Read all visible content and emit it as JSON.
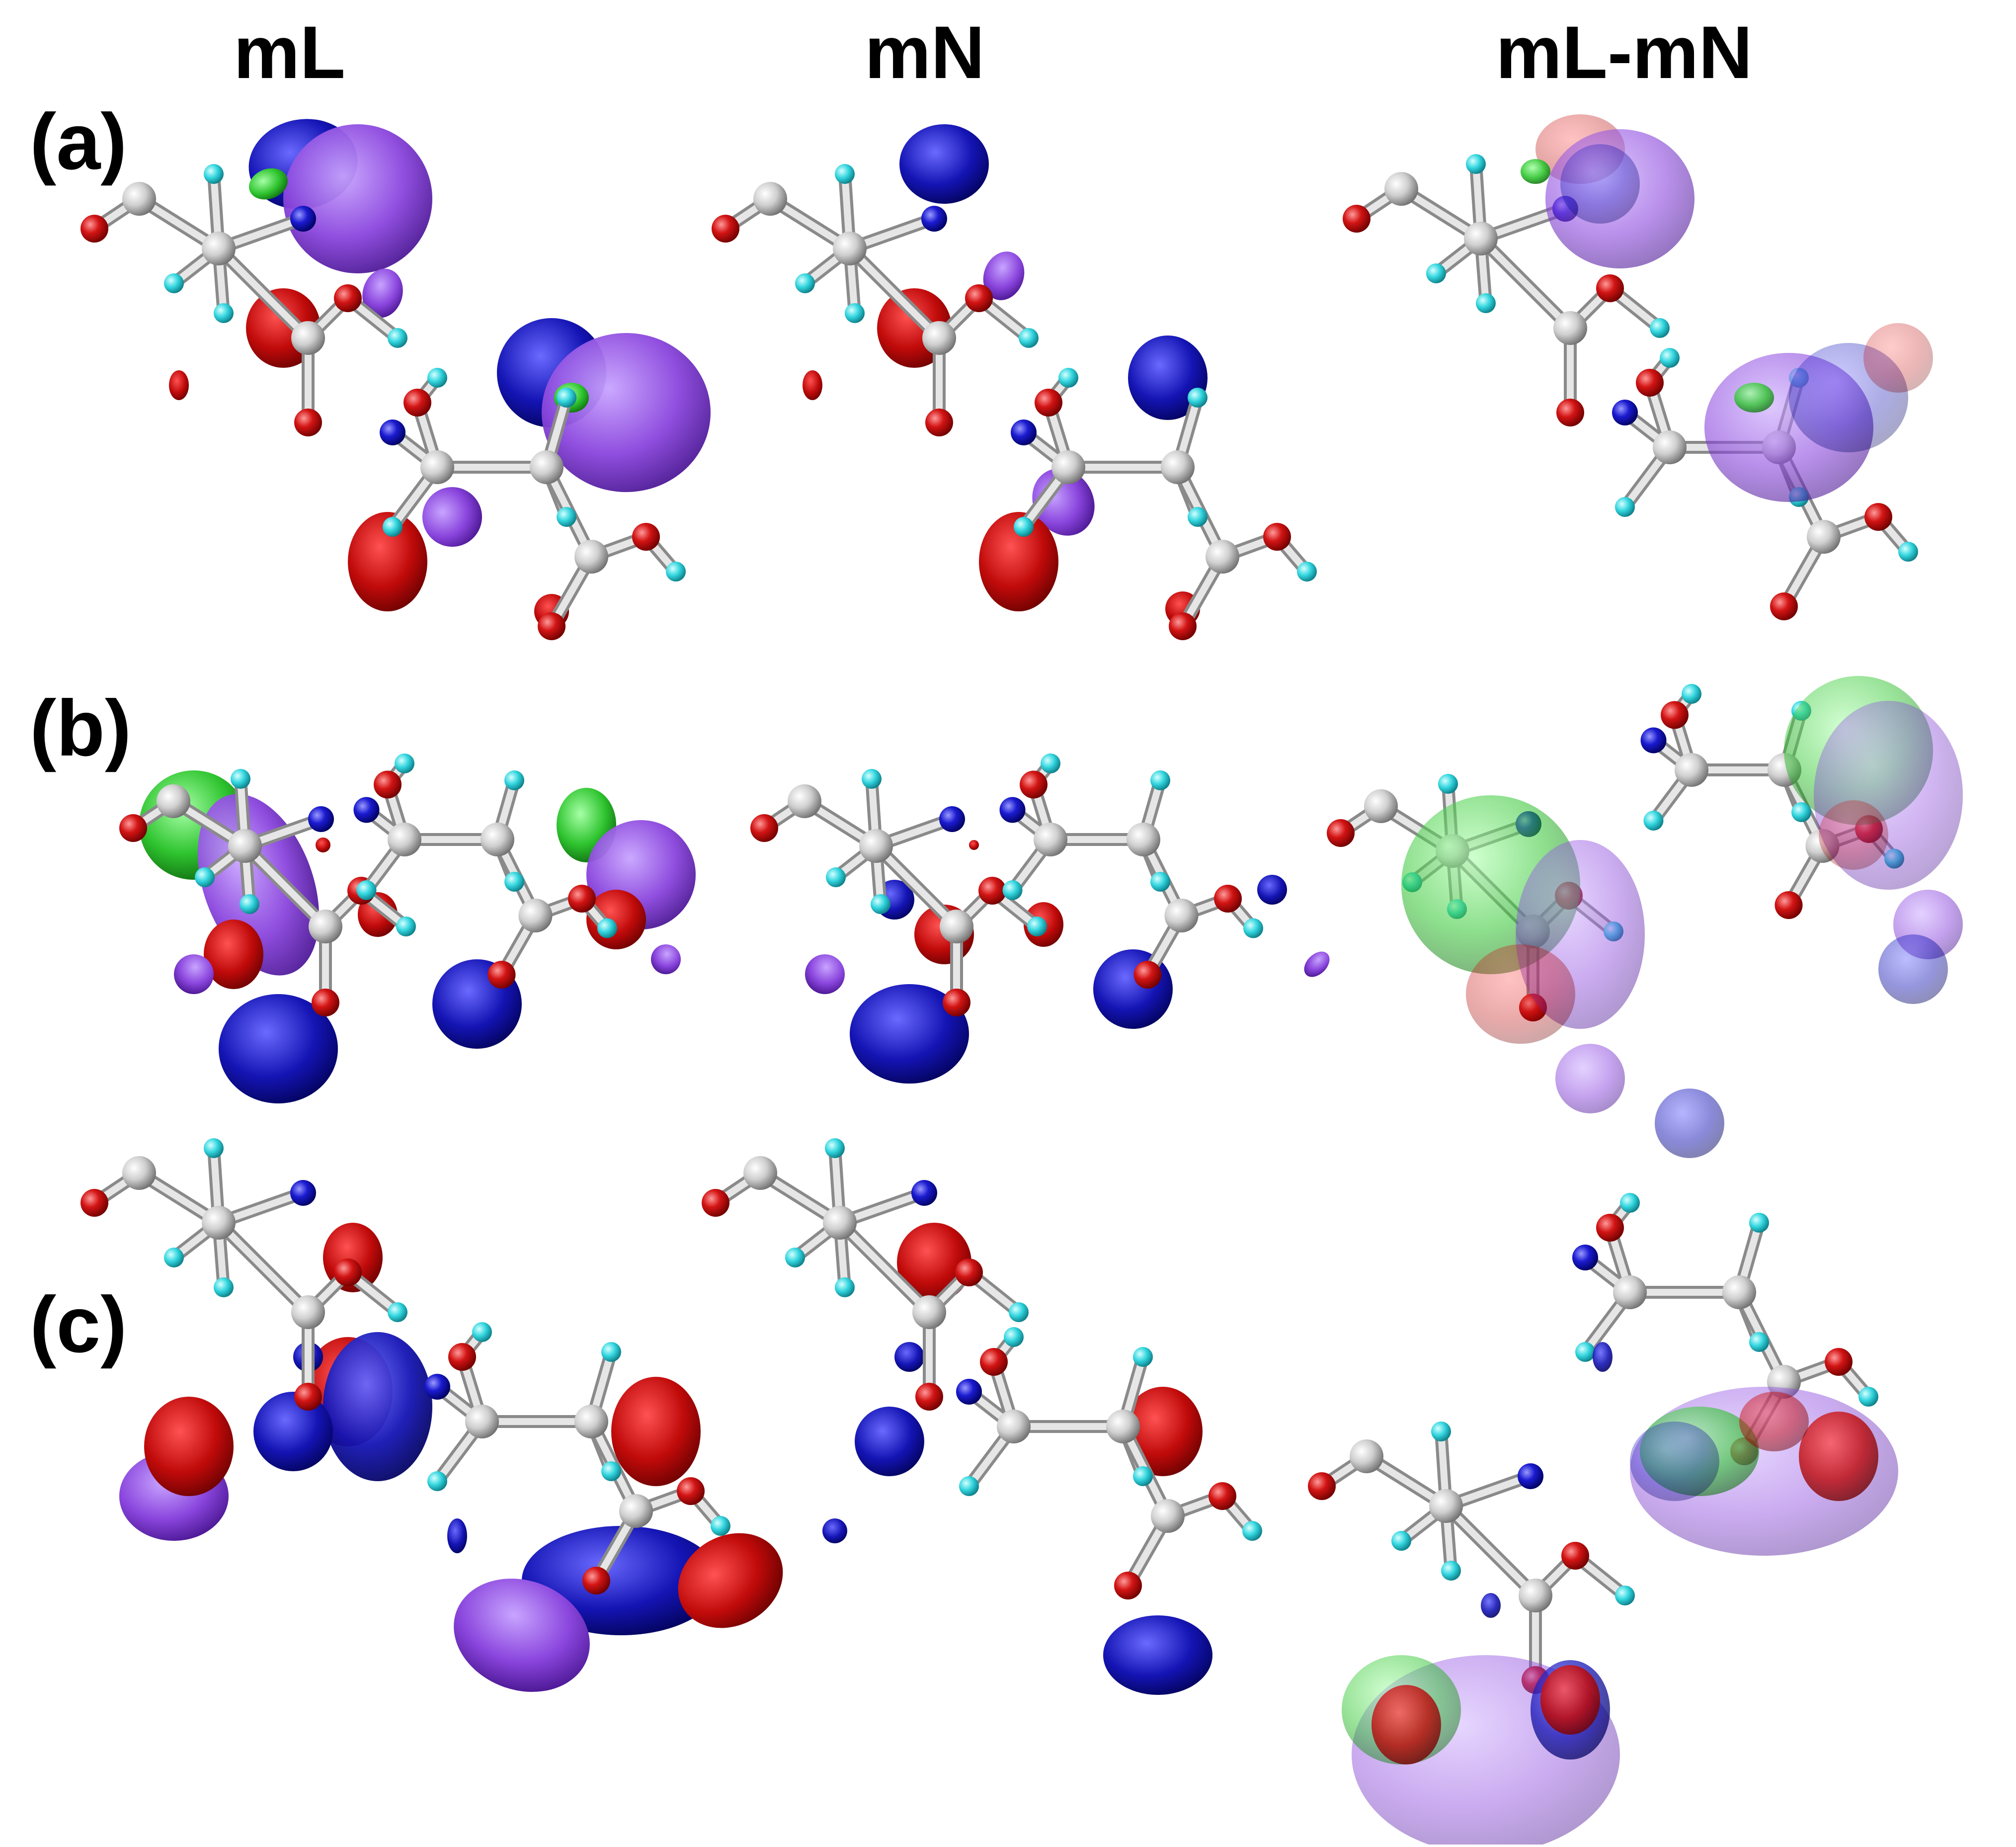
{
  "figure": {
    "columns": [
      {
        "label": "mL"
      },
      {
        "label": "mN"
      },
      {
        "label": "mL-mN"
      }
    ],
    "rows": [
      {
        "label": "(a)"
      },
      {
        "label": "(b)"
      },
      {
        "label": "(c)"
      }
    ],
    "colors": {
      "oxygen": "#d31414",
      "nitrogen": "#1b1bd1",
      "carbon": "#d8d8d8",
      "hydrogen": "#33d6df",
      "isosurface_red": "#c00a0a",
      "isosurface_blue": "#1414b4",
      "isosurface_purple": "#8a45dd",
      "isosurface_green": "#2fc42f"
    }
  }
}
